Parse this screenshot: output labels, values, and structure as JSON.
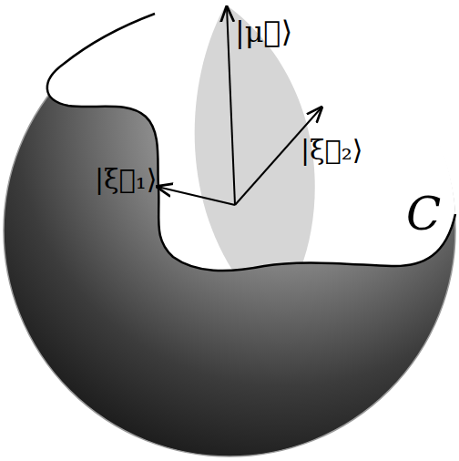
{
  "diagram": {
    "labels": [
      "|μ⃗⟩",
      "|ξ⃗₁⟩",
      "|ξ⃗₂⟩",
      "C"
    ]
  }
}
